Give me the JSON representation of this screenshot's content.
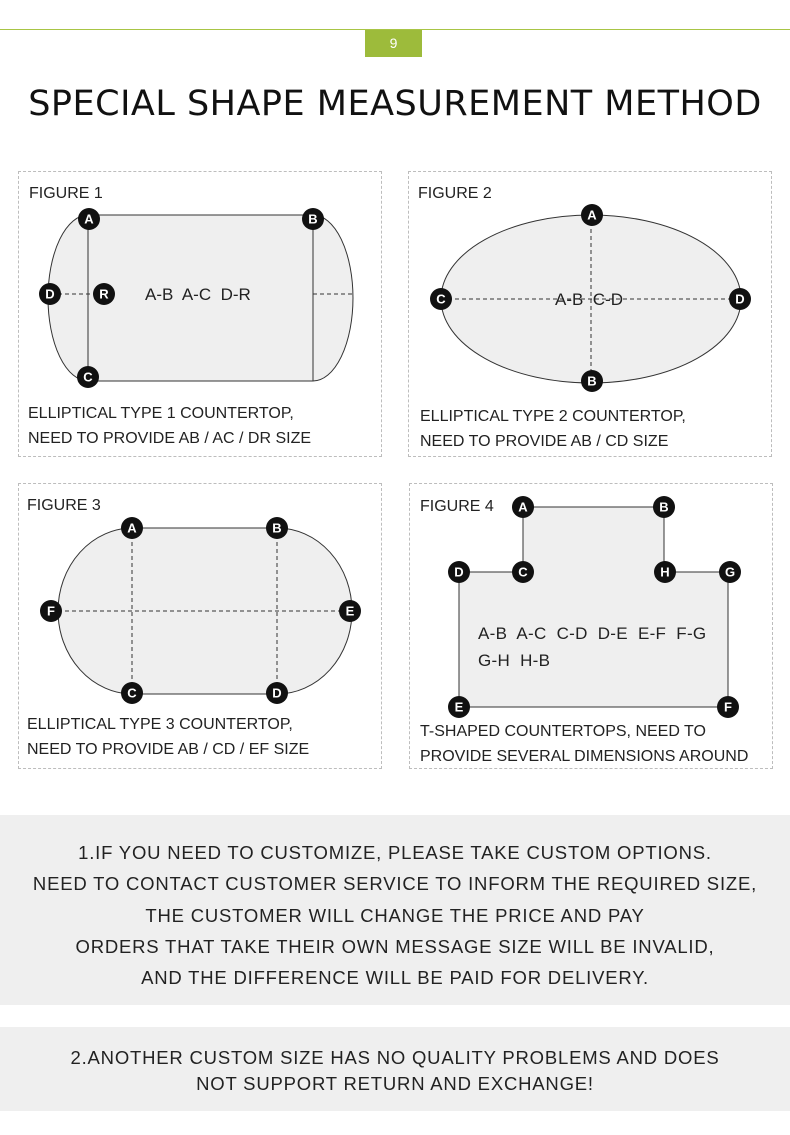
{
  "page_number": "9",
  "title": "SPECIAL SHAPE MEASUREMENT METHOD",
  "colors": {
    "accent": "#9dbb3b",
    "shape_fill": "#efefef",
    "marker": "#111111"
  },
  "figures": [
    {
      "label": "FIGURE 1",
      "dims": "A-B  A-C  D-R",
      "markers": [
        "A",
        "B",
        "C",
        "D",
        "R"
      ],
      "caption": [
        "ELLIPTICAL TYPE 1 COUNTERTOP,",
        "NEED TO PROVIDE AB / AC / DR SIZE"
      ]
    },
    {
      "label": "FIGURE 2",
      "dims": "A-B  C-D",
      "markers": [
        "A",
        "B",
        "C",
        "D"
      ],
      "caption": [
        "ELLIPTICAL TYPE 2 COUNTERTOP,",
        "NEED TO PROVIDE AB / CD SIZE"
      ]
    },
    {
      "label": "FIGURE 3",
      "markers": [
        "A",
        "B",
        "C",
        "D",
        "E",
        "F"
      ],
      "caption": [
        "ELLIPTICAL TYPE 3 COUNTERTOP,",
        "NEED TO PROVIDE AB / CD / EF SIZE"
      ]
    },
    {
      "label": "FIGURE 4",
      "dims_lines": [
        "A-B  A-C  C-D  D-E  E-F  F-G",
        "G-H  H-B"
      ],
      "markers": [
        "A",
        "B",
        "C",
        "D",
        "E",
        "F",
        "G",
        "H"
      ],
      "caption": [
        "T-SHAPED COUNTERTOPS, NEED TO",
        "PROVIDE SEVERAL DIMENSIONS AROUND"
      ]
    }
  ],
  "notice1": [
    "1.IF YOU NEED TO CUSTOMIZE, PLEASE TAKE CUSTOM OPTIONS.",
    "NEED TO CONTACT CUSTOMER SERVICE TO INFORM THE REQUIRED SIZE,",
    "THE CUSTOMER WILL CHANGE THE PRICE AND PAY",
    "ORDERS THAT TAKE THEIR OWN MESSAGE SIZE WILL BE INVALID,",
    "AND THE DIFFERENCE WILL BE PAID FOR DELIVERY."
  ],
  "notice2": [
    "2.ANOTHER CUSTOM SIZE HAS NO QUALITY PROBLEMS AND DOES",
    "NOT SUPPORT RETURN AND EXCHANGE!"
  ]
}
